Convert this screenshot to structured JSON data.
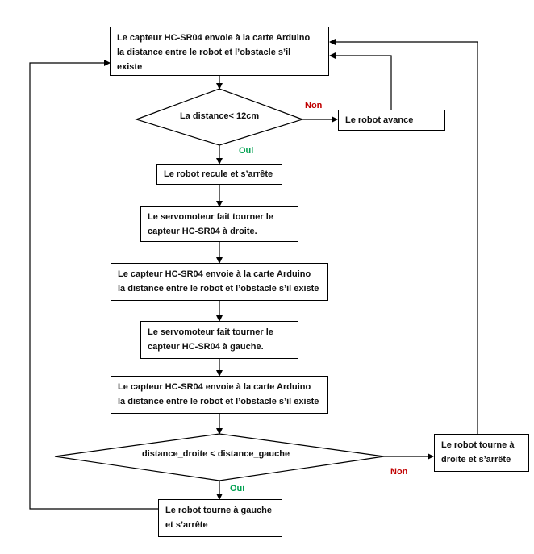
{
  "flowchart": {
    "step_sensor_start": [
      "Le capteur HC-SR04 envoie à la carte Arduino",
      "la distance entre le robot et l’obstacle s’il",
      "existe"
    ],
    "decision_distance": "La distance< 12cm",
    "step_advance": "Le robot avance",
    "step_reverse": "Le robot recule et  s’arrête",
    "step_servo_right": [
      "Le servomoteur fait tourner le",
      "capteur HC-SR04 à droite."
    ],
    "step_sensor_right": [
      "Le capteur HC-SR04 envoie à la carte Arduino",
      "la distance entre le robot et l’obstacle s’il existe"
    ],
    "step_servo_left": [
      "Le servomoteur fait tourner le",
      "capteur HC-SR04 à gauche."
    ],
    "step_sensor_left": [
      "Le capteur HC-SR04 envoie à la carte Arduino",
      "la distance entre le robot et l’obstacle s’il existe"
    ],
    "decision_compare": "distance_droite < distance_gauche",
    "step_turn_right": [
      "Le robot tourne à",
      "droite et s’arrête"
    ],
    "step_turn_left": [
      "Le robot tourne à gauche",
      "et s’arrête"
    ],
    "label_no": "Non",
    "label_yes": "Oui"
  },
  "colors": {
    "no_label": "#c00000",
    "yes_label": "#00a050",
    "line": "#000000"
  }
}
